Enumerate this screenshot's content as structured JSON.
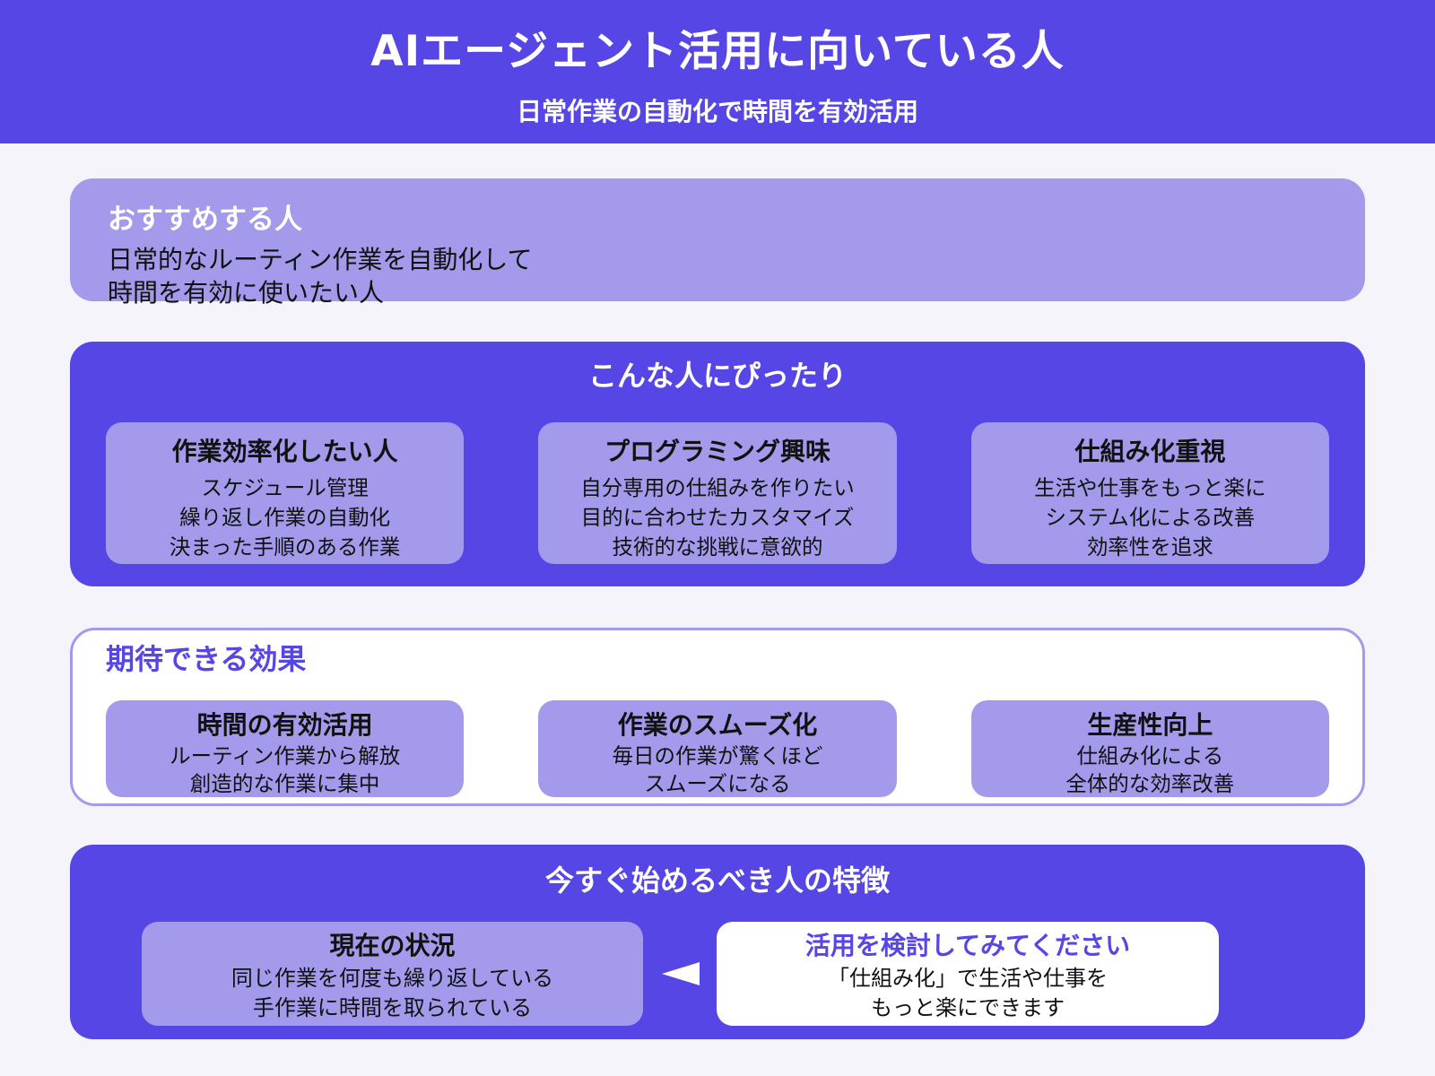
{
  "colors": {
    "primary_purple": "#5746E6",
    "light_purple": "#A39AEC",
    "background": "#F5F4FB",
    "card_text": "#111111",
    "white": "#FFFFFF"
  },
  "header": {
    "title": "AIエージェント活用に向いている人",
    "subtitle": "日常作業の自動化で時間を有効活用"
  },
  "recommend": {
    "title": "おすすめする人",
    "lines": [
      "日常的なルーティン作業を自動化して",
      "時間を有効に使いたい人"
    ]
  },
  "fit": {
    "heading": "こんな人にぴったり",
    "cards": [
      {
        "title": "作業効率化したい人",
        "lines": [
          "スケジュール管理",
          "繰り返し作業の自動化",
          "決まった手順のある作業"
        ]
      },
      {
        "title": "プログラミング興味",
        "lines": [
          "自分専用の仕組みを作りたい",
          "目的に合わせたカスタマイズ",
          "技術的な挑戦に意欲的"
        ]
      },
      {
        "title": "仕組み化重視",
        "lines": [
          "生活や仕事をもっと楽に",
          "システム化による改善",
          "効率性を追求"
        ]
      }
    ]
  },
  "effects": {
    "heading": "期待できる効果",
    "cards": [
      {
        "title": "時間の有効活用",
        "lines": [
          "ルーティン作業から解放",
          "創造的な作業に集中"
        ]
      },
      {
        "title": "作業のスムーズ化",
        "lines": [
          "毎日の作業が驚くほど",
          "スムーズになる"
        ]
      },
      {
        "title": "生産性向上",
        "lines": [
          "仕組み化による",
          "全体的な効率改善"
        ]
      }
    ]
  },
  "start": {
    "heading": "今すぐ始めるべき人の特徴",
    "current": {
      "title": "現在の状況",
      "lines": [
        "同じ作業を何度も繰り返している",
        "手作業に時間を取られている"
      ]
    },
    "cta": {
      "title": "活用を検討してみてください",
      "lines": [
        "「仕組み化」で生活や仕事を",
        "もっと楽にできます"
      ]
    }
  }
}
